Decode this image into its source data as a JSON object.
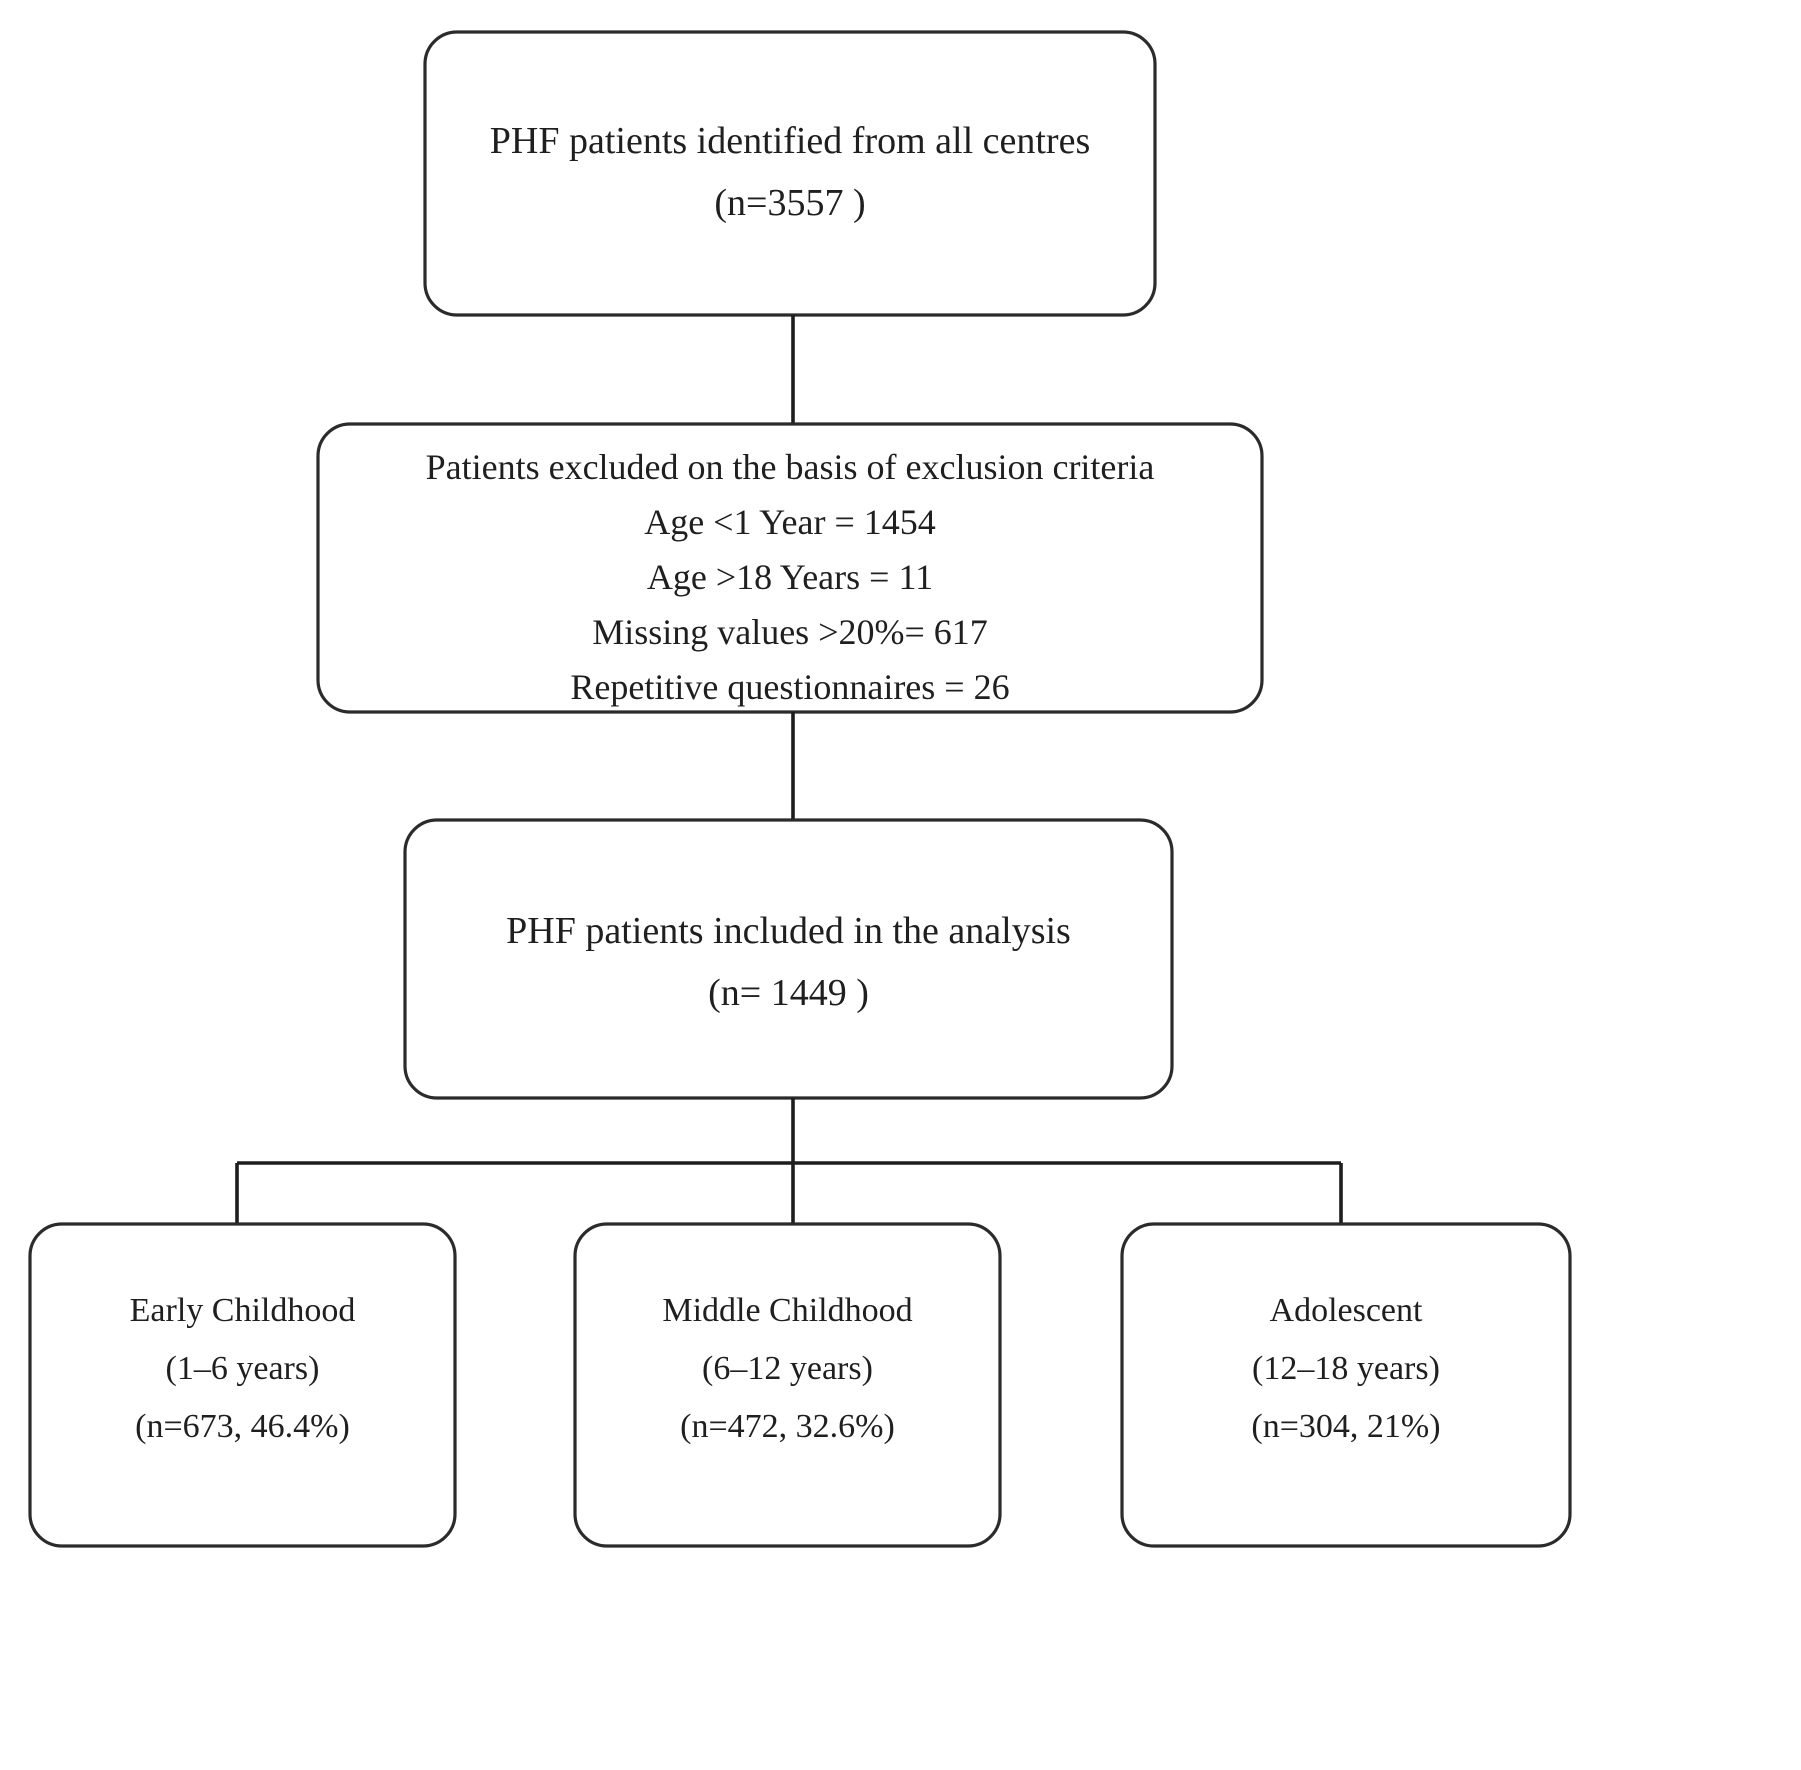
{
  "figure": {
    "type": "flowchart",
    "orientation": "top-down",
    "style": {
      "box_fill": "#ffffff",
      "box_stroke": "#2b2b2b",
      "connector_stroke": "#1d1d1d",
      "text_color": "#1f1f1f",
      "background": "#ffffff"
    }
  },
  "nodes": {
    "identified": {
      "id": "box1",
      "lines": [
        "PHF patients identified from all centres",
        "(n=3557 )"
      ],
      "line1": "PHF patients identified from all centres",
      "line2": "(n=3557 )",
      "count": 3557
    },
    "excluded": {
      "id": "box2",
      "lines": [
        "Patients excluded on the basis of exclusion criteria",
        "Age <1 Year = 1454",
        "Age >18 Years = 11",
        "Missing values >20% = 617",
        "Repetitive questionnaires = 26"
      ],
      "line1": "Patients excluded on the basis of exclusion criteria",
      "line2": "Age <1 Year = 1454",
      "line3": "Age >18 Years = 11",
      "line4": "Missing values >20%= 617",
      "line5": "Repetitive questionnaires = 26",
      "criteria": [
        {
          "label": "Age <1 Year",
          "value": 1454
        },
        {
          "label": "Age >18 Years",
          "value": 11
        },
        {
          "label": "Missing values >20%",
          "value": 617
        },
        {
          "label": "Repetitive questionnaires",
          "value": 26
        }
      ]
    },
    "included": {
      "id": "box3",
      "lines": [
        "PHF patients included in the analysis",
        "(n= 1449 )"
      ],
      "line1": "PHF patients included in the analysis",
      "line2": "(n= 1449 )",
      "count": 1449
    },
    "groups": [
      {
        "id": "leaf1",
        "title": "Early Childhood",
        "age_range": "(1–6 years)",
        "stats": "(n=673, 46.4%)",
        "n": 673,
        "percent": 46.4
      },
      {
        "id": "leaf2",
        "title": "Middle Childhood",
        "age_range": "(6–12 years)",
        "stats": "(n=472, 32.6%)",
        "n": 472,
        "percent": 32.6
      },
      {
        "id": "leaf3",
        "title": "Adolescent",
        "age_range": "(12–18 years)",
        "stats": "(n=304, 21%)",
        "n": 304,
        "percent": 21
      }
    ]
  }
}
